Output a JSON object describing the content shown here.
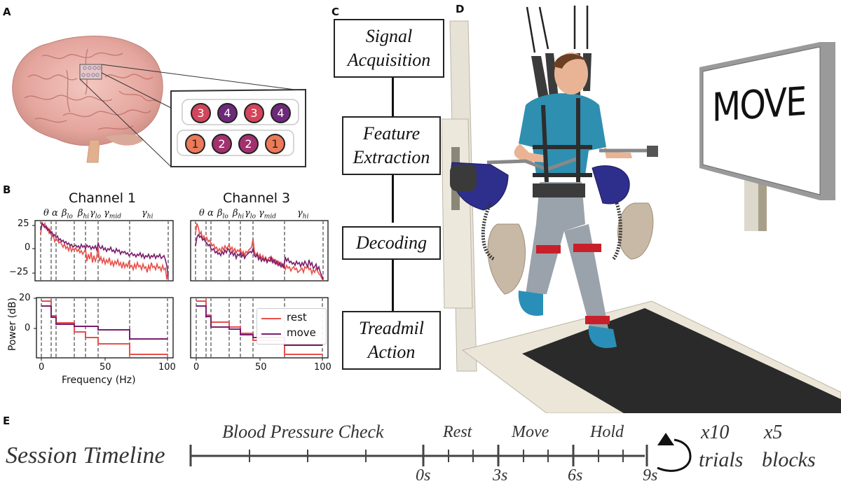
{
  "panels": {
    "A": {
      "letter": "A"
    },
    "B": {
      "letter": "B"
    },
    "C": {
      "letter": "C"
    },
    "D": {
      "letter": "D"
    },
    "E": {
      "letter": "E"
    }
  },
  "electrode_grid": {
    "top_row": [
      {
        "label": "3",
        "color": "#d2455a"
      },
      {
        "label": "4",
        "color": "#6e2a7a"
      },
      {
        "label": "3",
        "color": "#d2455a"
      },
      {
        "label": "4",
        "color": "#6e2a7a"
      }
    ],
    "bottom_row": [
      {
        "label": "1",
        "color": "#eb7a58"
      },
      {
        "label": "2",
        "color": "#a2326e"
      },
      {
        "label": "2",
        "color": "#a2326e"
      },
      {
        "label": "1",
        "color": "#eb7a58"
      }
    ]
  },
  "flowchart": {
    "steps": [
      {
        "line1": "Signal",
        "line2": "Acquisition"
      },
      {
        "line1": "Feature",
        "line2": "Extraction"
      },
      {
        "line1": "Decoding",
        "line2": ""
      },
      {
        "line1": "Treadmil",
        "line2": "Action"
      }
    ]
  },
  "sign": {
    "text": "MOVE"
  },
  "timeline": {
    "title": "Session Timeline",
    "phases": [
      "Blood Pressure Check",
      "Rest",
      "Move",
      "Hold"
    ],
    "time_labels": [
      "0s",
      "3s",
      "6s",
      "9s"
    ],
    "repeat_trials": {
      "count": "x10",
      "label": "trials"
    },
    "repeat_blocks": {
      "count": "x5",
      "label": "blocks"
    }
  },
  "chart_data": [
    {
      "type": "line",
      "title": "Channel 1",
      "xlabel": "Frequency (Hz)",
      "ylabel": "",
      "xlim": [
        0,
        100
      ],
      "ylim": [
        -30,
        28
      ],
      "yticks": [
        "25",
        "0",
        "−25"
      ],
      "band_labels": [
        "θ",
        "α",
        "βlo",
        "βhi",
        "γlo",
        "γmid",
        "γhi"
      ],
      "band_edges_hz": [
        0,
        8,
        12,
        26,
        35,
        45,
        70,
        100
      ],
      "series": [
        {
          "name": "rest",
          "color": "#e8504a",
          "x": [
            0,
            2,
            5,
            8,
            12,
            18,
            26,
            30,
            35,
            40,
            45,
            55,
            65,
            70,
            80,
            90,
            98,
            100
          ],
          "values": [
            10,
            24,
            18,
            10,
            6,
            2,
            -2,
            -3,
            -12,
            -10,
            -12,
            -14,
            -15,
            -16,
            -17,
            -19,
            -25,
            -28
          ]
        },
        {
          "name": "move",
          "color": "#7a1f6e",
          "x": [
            0,
            2,
            5,
            8,
            12,
            18,
            26,
            30,
            35,
            40,
            45,
            55,
            65,
            70,
            80,
            90,
            98,
            100
          ],
          "values": [
            15,
            22,
            16,
            12,
            6,
            4,
            2,
            1,
            2,
            3,
            1,
            -1,
            -3,
            -4,
            -5,
            -6,
            -8,
            -18
          ]
        }
      ]
    },
    {
      "type": "line",
      "title": "Channel 1 (band power)",
      "xlabel": "Frequency (Hz)",
      "ylabel": "Power (dB)",
      "xlim": [
        0,
        100
      ],
      "ylim": [
        -18,
        20
      ],
      "yticks": [
        "20",
        "0"
      ],
      "xticks": [
        "0",
        "50",
        "100"
      ],
      "band_edges_hz": [
        0,
        8,
        12,
        26,
        35,
        45,
        70,
        100
      ],
      "series": [
        {
          "name": "rest",
          "color": "#e8504a",
          "band_values": [
            18,
            9,
            4,
            -2,
            -6,
            -9,
            -16
          ]
        },
        {
          "name": "move",
          "color": "#7a1f6e",
          "band_values": [
            15,
            9,
            4,
            2,
            2,
            0,
            -6
          ]
        }
      ]
    },
    {
      "type": "line",
      "title": "Channel 3",
      "xlabel": "",
      "ylabel": "",
      "xlim": [
        0,
        100
      ],
      "ylim": [
        -30,
        28
      ],
      "band_labels": [
        "θ",
        "α",
        "βlo",
        "βhi",
        "γlo",
        "γmid",
        "γhi"
      ],
      "band_edges_hz": [
        0,
        8,
        12,
        26,
        35,
        45,
        70,
        100
      ],
      "series": [
        {
          "name": "rest",
          "color": "#e8504a",
          "x": [
            0,
            2,
            5,
            8,
            12,
            18,
            26,
            30,
            35,
            40,
            45,
            55,
            65,
            70,
            80,
            90,
            98,
            100
          ],
          "values": [
            18,
            26,
            14,
            10,
            4,
            0,
            4,
            -2,
            -2,
            -4,
            8,
            -8,
            -10,
            -14,
            -18,
            -20,
            -24,
            -28
          ]
        },
        {
          "name": "move",
          "color": "#7a1f6e",
          "x": [
            0,
            2,
            5,
            8,
            12,
            18,
            26,
            30,
            35,
            40,
            45,
            55,
            65,
            70,
            80,
            90,
            98,
            100
          ],
          "values": [
            6,
            14,
            10,
            8,
            2,
            0,
            2,
            0,
            -2,
            -2,
            2,
            -6,
            -8,
            -6,
            -12,
            -12,
            -14,
            -28
          ]
        }
      ]
    },
    {
      "type": "line",
      "title": "Channel 3 (band power)",
      "xlabel": "",
      "ylabel": "",
      "xlim": [
        0,
        100
      ],
      "ylim": [
        -18,
        20
      ],
      "xticks": [
        "0",
        "50",
        "100"
      ],
      "legend": [
        "rest",
        "move"
      ],
      "legend_position": "upper right",
      "band_edges_hz": [
        0,
        8,
        12,
        26,
        35,
        45,
        70,
        100
      ],
      "series": [
        {
          "name": "rest",
          "color": "#e8504a",
          "band_values": [
            18,
            10,
            4,
            1,
            -4,
            -9,
            -16
          ]
        },
        {
          "name": "move",
          "color": "#7a1f6e",
          "band_values": [
            15,
            10,
            2,
            2,
            -3,
            -7,
            -10
          ]
        }
      ]
    }
  ]
}
